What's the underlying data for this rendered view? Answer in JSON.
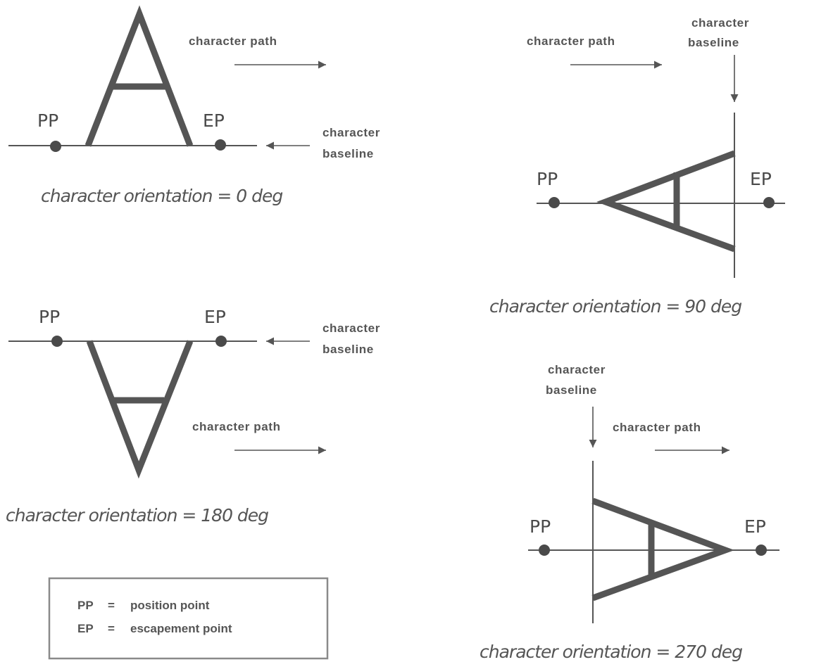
{
  "labels": {
    "pp": "PP",
    "ep": "EP",
    "character_path": "character path",
    "character": "character",
    "baseline": "baseline"
  },
  "captions": {
    "deg0": "character orientation = 0 deg",
    "deg90": "character orientation = 90 deg",
    "deg180": "character orientation = 180 deg",
    "deg270": "character orientation = 270 deg"
  },
  "legend": {
    "pp_abbr": "PP",
    "pp_sep": "=",
    "pp_text": "position point",
    "ep_abbr": "EP",
    "ep_sep": "=",
    "ep_text": "escapement point"
  },
  "colors": {
    "ink": "#555555",
    "background": "#ffffff"
  }
}
